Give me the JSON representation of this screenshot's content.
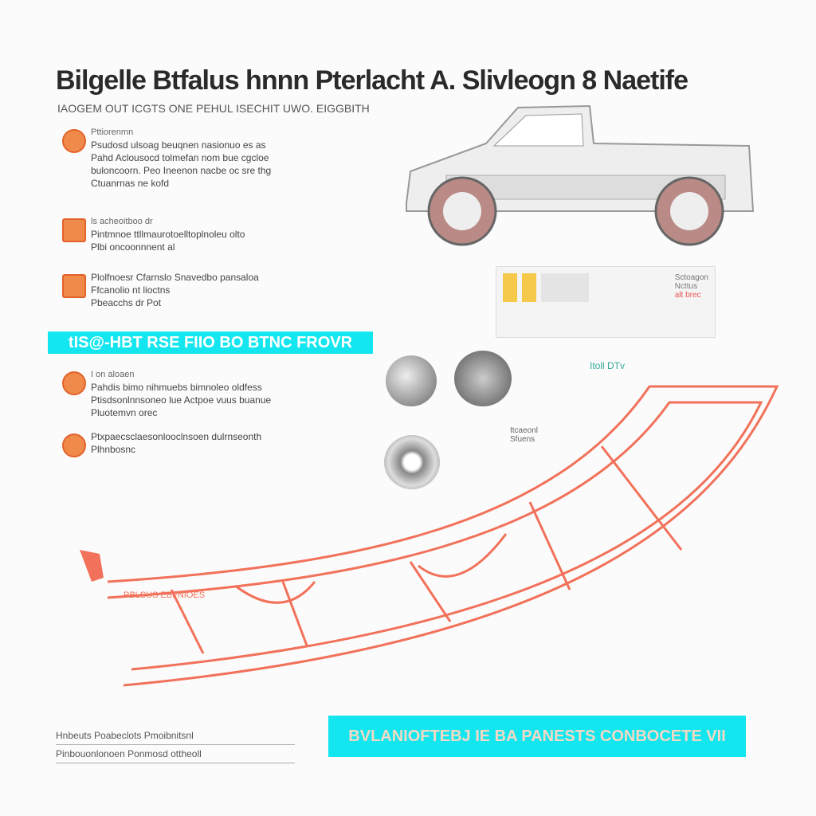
{
  "title": "Bilgelle Btfalus hnnn Pterlacht A. Slivleogn 8 Naetife",
  "subtitle": "IAOGEM OUT ICGTS ONE PEHUL ISECHIT UWO. EIGGBITH",
  "features": [
    {
      "icon": "part-icon",
      "heading": "Pttiorenmn",
      "lines": [
        "Psudosd ulsoag beuqnen nasionuo es as",
        "Pahd Aclousocd tolmefan nom bue cgcloe",
        "buloncoorn. Peo Ineenon nacbe oc sre thg",
        "Ctuanrnas ne kofd"
      ]
    },
    {
      "icon": "bracket-icon",
      "heading": "ls acheoitboo dr",
      "lines": [
        "Pintmnoe ttllmaurotoelltoplnoleu olto",
        "Plbi oncoonnnent al"
      ]
    },
    {
      "icon": "bolt-icon",
      "heading": "",
      "lines": [
        "Plolfnoesr Cfarnslo Snavedbo pansaloa",
        "Ffcanolio nt lioctns",
        "Pbeacchs dr Pot"
      ]
    },
    {
      "icon": "axle-icon",
      "heading": "I on aloaen",
      "lines": [
        "Pahdis bimo nihmuebs bimnoleo oldfess",
        "Ptisdsonlnnsoneo lue Actpoe vuus buanue",
        "Pluotemvn orec"
      ]
    },
    {
      "icon": "spring-icon",
      "heading": "",
      "lines": [
        "Ptxpaecsclaesonlooclnsoen dulrnseonth",
        "Plhnbosnc"
      ]
    }
  ],
  "banner_top": "tIS@-HBT RSE FIIO BO BTNC FROVR",
  "banner_bottom": "BVLANIOFTEBJ IE BA PANESTS CONBOCETE VII",
  "panel_text": [
    "Sctoagon",
    "Ncttus",
    "alt brec"
  ],
  "part_label": "Itoll DTv",
  "part_caption": [
    "Itcaeonl",
    "Sfuens"
  ],
  "frame_label": "PBLSUS EBFNIOES",
  "footer": [
    "Hnbeuts Poabeclots Pmoibnitsnl",
    "Pinbouonlonoen Ponmosd ottheoll"
  ],
  "colors": {
    "accent": "#f2715a",
    "banner": "#14e6f0",
    "icon": "#f08a4b"
  }
}
